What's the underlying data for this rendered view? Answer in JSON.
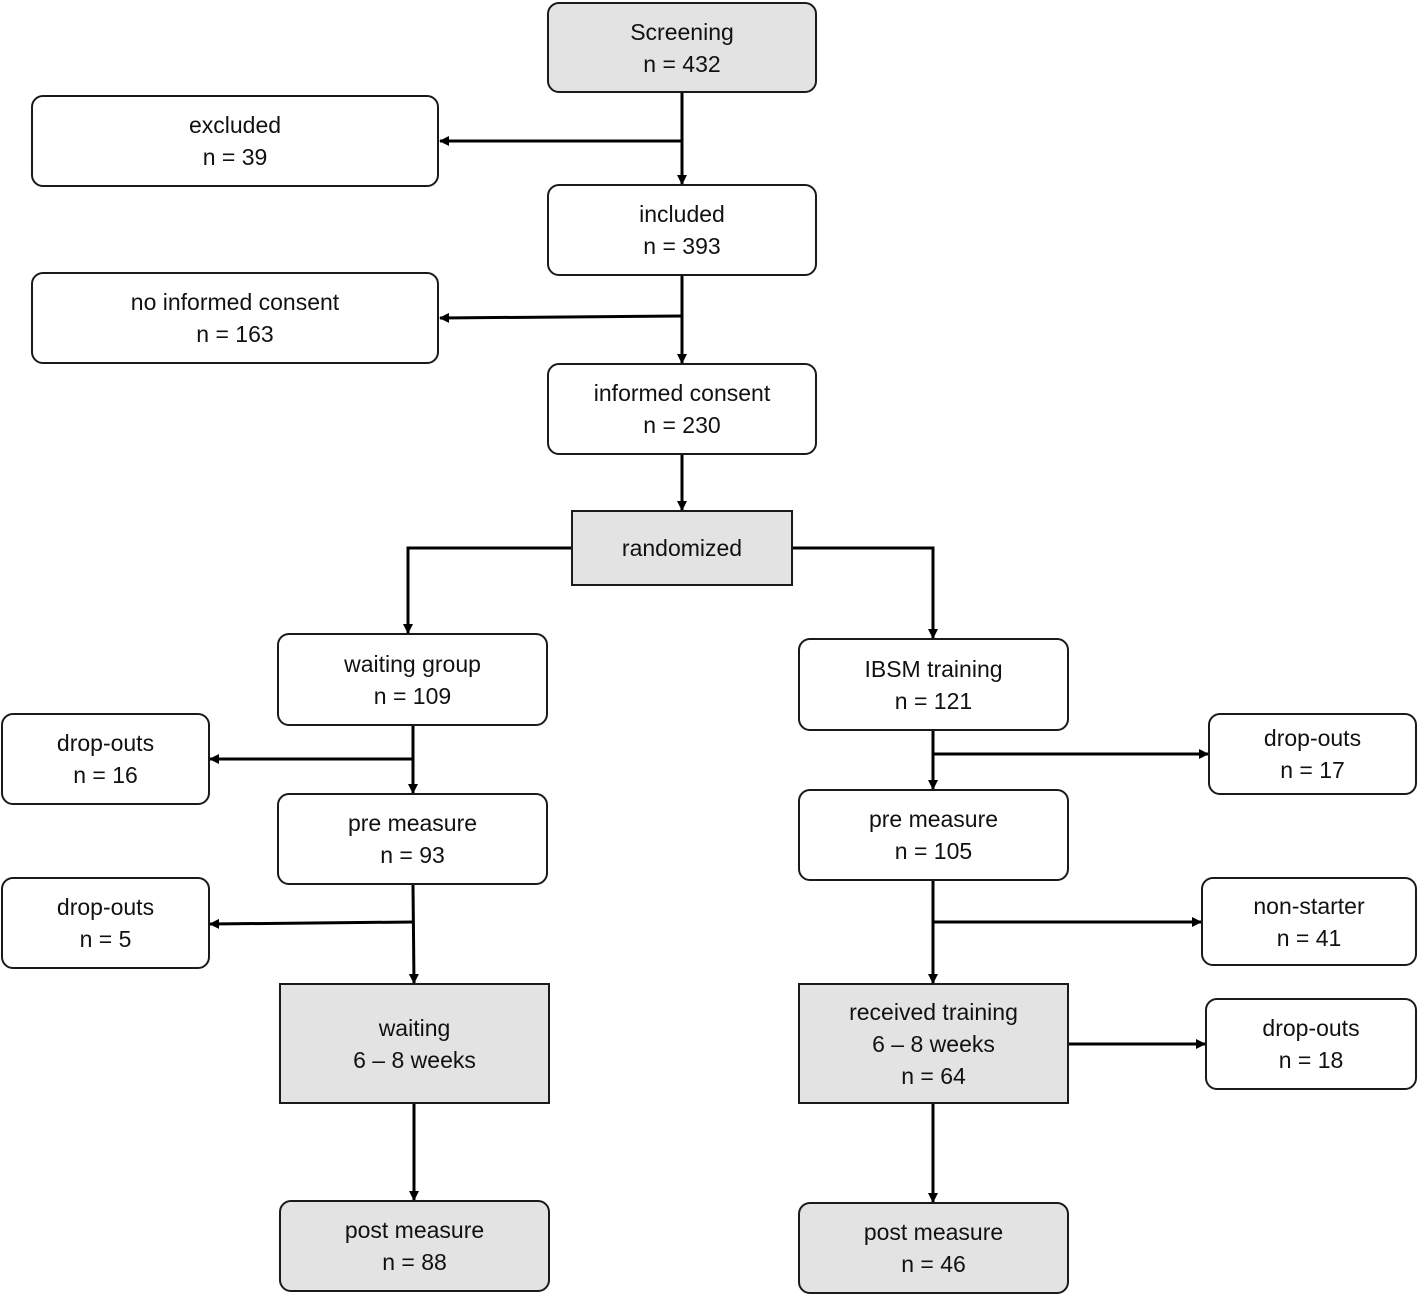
{
  "colors": {
    "shaded_fill": "#e3e3e3",
    "stroke": "#1a1a1a"
  },
  "nodes": {
    "screening": {
      "label": "Screening",
      "count": "n = 432"
    },
    "excluded": {
      "label": "excluded",
      "count": "n = 39"
    },
    "included": {
      "label": "included",
      "count": "n = 393"
    },
    "no_consent": {
      "label": "no informed consent",
      "count": "n = 163"
    },
    "informed_consent": {
      "label": "informed consent",
      "count": "n = 230"
    },
    "randomized": {
      "label": "randomized"
    },
    "waiting_group": {
      "label": "waiting group",
      "count": "n = 109"
    },
    "ibsm_training": {
      "label": "IBSM training",
      "count": "n = 121"
    },
    "wg_dropouts_1": {
      "label": "drop-outs",
      "count": "n = 16"
    },
    "ib_dropouts_1": {
      "label": "drop-outs",
      "count": "n = 17"
    },
    "wg_pre": {
      "label": "pre measure",
      "count": "n = 93"
    },
    "ib_pre": {
      "label": "pre measure",
      "count": "n = 105"
    },
    "wg_dropouts_2": {
      "label": "drop-outs",
      "count": "n = 5"
    },
    "ib_nonstarter": {
      "label": "non-starter",
      "count": "n = 41"
    },
    "waiting": {
      "label": "waiting",
      "duration": "6 – 8 weeks"
    },
    "received_training": {
      "label": "received training",
      "duration": "6 – 8 weeks",
      "count": "n = 64"
    },
    "ib_dropouts_2": {
      "label": "drop-outs",
      "count": "n = 18"
    },
    "wg_post": {
      "label": "post measure",
      "count": "n = 88"
    },
    "ib_post": {
      "label": "post measure",
      "count": "n = 46"
    }
  }
}
